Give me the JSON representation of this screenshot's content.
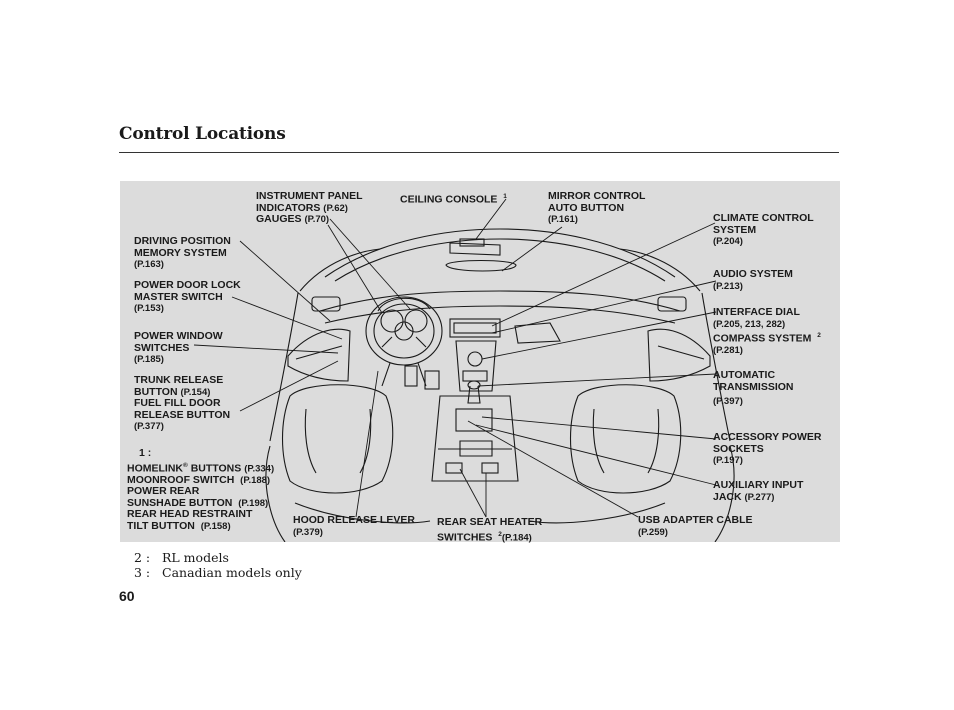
{
  "title": "Control Locations",
  "labels": {
    "instrument_panel": {
      "l1": "INSTRUMENT PANEL",
      "l2": "INDICATORS",
      "l2_ref": "(P.62)",
      "l3": "GAUGES",
      "l3_ref": "(P.70)"
    },
    "ceiling_console": {
      "l1": "CEILING CONSOLE",
      "sup": "1"
    },
    "mirror_control": {
      "l1": "MIRROR CONTROL",
      "l2": "AUTO BUTTON",
      "ref": "(P.161)"
    },
    "climate_control": {
      "l1": "CLIMATE CONTROL",
      "l2": "SYSTEM",
      "ref": "(P.204)"
    },
    "driving_position": {
      "l1": "DRIVING POSITION",
      "l2": "MEMORY SYSTEM",
      "ref": "(P.163)"
    },
    "audio_system": {
      "l1": "AUDIO SYSTEM",
      "ref": "(P.213)"
    },
    "power_door_lock": {
      "l1": "POWER DOOR LOCK",
      "l2": "MASTER SWITCH",
      "ref": "(P.153)"
    },
    "interface_dial": {
      "l1": "INTERFACE DIAL",
      "ref1": "(P.205, 213, 282)",
      "l2": "COMPASS SYSTEM",
      "sup": "2",
      "ref2": "(P.281)"
    },
    "power_window": {
      "l1": "POWER WINDOW",
      "l2": "SWITCHES",
      "ref": "(P.185)"
    },
    "trunk_release": {
      "l1": "TRUNK RELEASE",
      "l2": "BUTTON",
      "l2_ref": "(P.154)",
      "l3": "FUEL FILL DOOR",
      "l4": "RELEASE BUTTON",
      "ref": "(P.377)"
    },
    "automatic_transmission": {
      "l1": "AUTOMATIC",
      "l2": "TRANSMISSION",
      "ref": "(P.397)"
    },
    "accessory_power": {
      "l1": "ACCESSORY POWER",
      "l2": "SOCKETS",
      "ref": "(P.197)"
    },
    "group_1": {
      "marker": "1 :",
      "l1": "HOMELINK",
      "l1_reg": "®",
      "l1_rest": " BUTTONS",
      "l1_ref": "(P.334)",
      "l2": "MOONROOF SWITCH",
      "l2_ref": "(P.188)",
      "l3": "POWER REAR",
      "l4": "SUNSHADE BUTTON",
      "l4_ref": "(P.198)",
      "l5": "REAR HEAD RESTRAINT",
      "l6": "TILT BUTTON",
      "l6_ref": "(P.158)"
    },
    "auxiliary_input": {
      "l1": "AUXILIARY INPUT",
      "l2": "JACK",
      "ref": "(P.277)"
    },
    "hood_release": {
      "l1": "HOOD RELEASE LEVER",
      "ref": "(P.379)"
    },
    "rear_seat_heater": {
      "l1": "REAR SEAT HEATER",
      "l2": "SWITCHES",
      "sup": "2",
      "ref": "(P.184)"
    },
    "usb_adapter": {
      "l1": "USB ADAPTER CABLE",
      "ref": "(P.259)"
    }
  },
  "footnotes": [
    {
      "num": "2 :",
      "text": "RL models"
    },
    {
      "num": "3 :",
      "text": "Canadian models only"
    }
  ],
  "page_number": "60"
}
